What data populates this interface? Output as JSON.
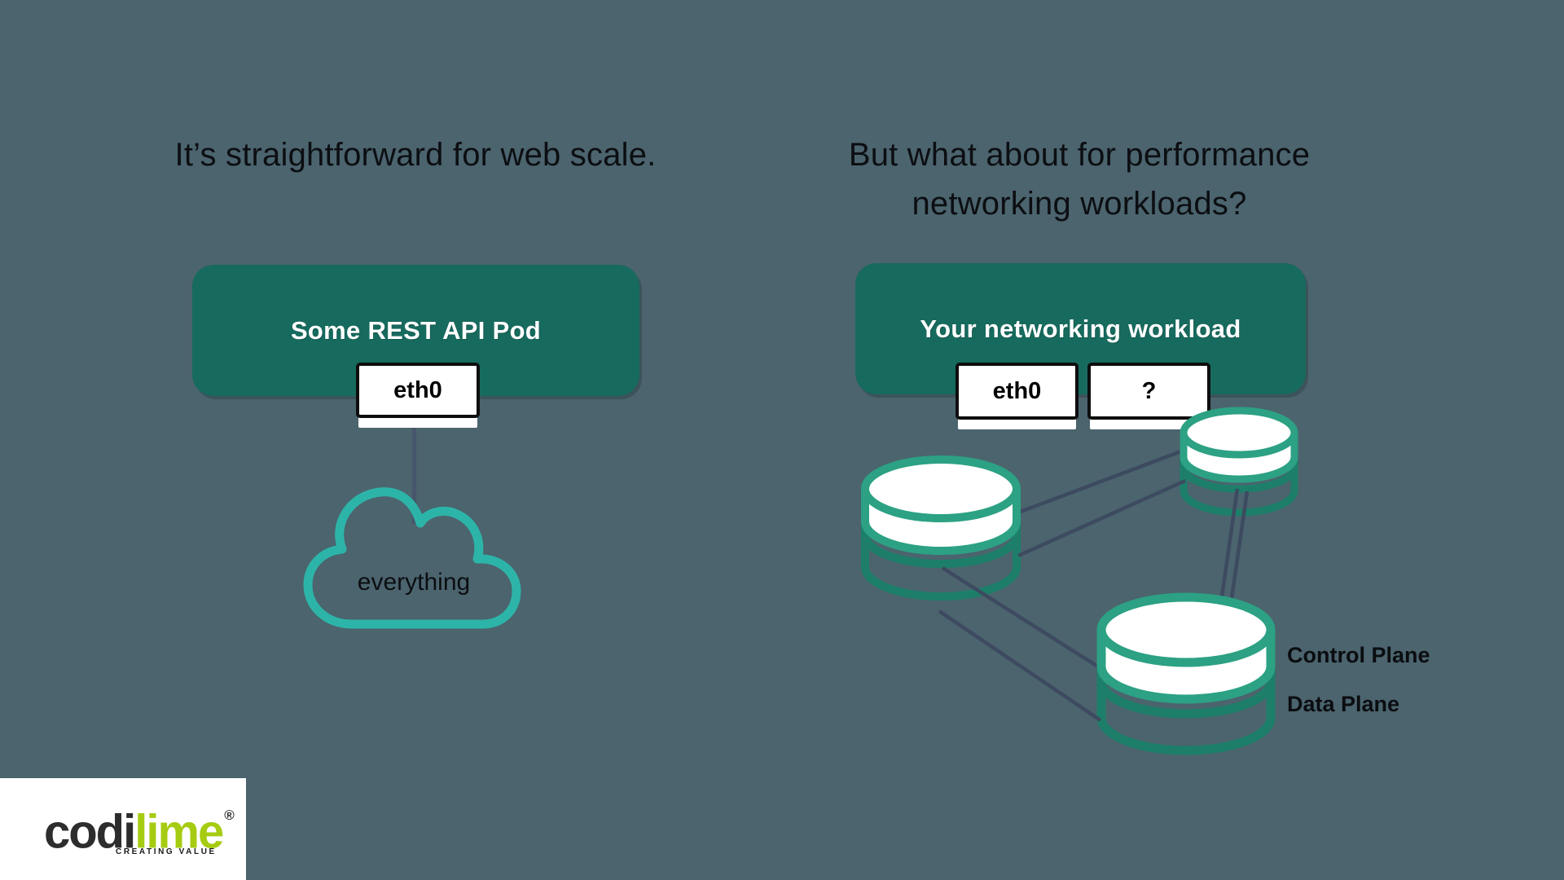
{
  "left_panel": {
    "title": "It’s straightforward for web scale.",
    "pod_label": "Some REST API Pod",
    "eth0_label": "eth0",
    "cloud_label": "everything"
  },
  "right_panel": {
    "title_line1": "But what about for performance",
    "title_line2": "networking workloads?",
    "pod_label": "Your networking workload",
    "eth0_label": "eth0",
    "unknown_if_label": "?",
    "control_plane_label": "Control Plane",
    "data_plane_label": "Data Plane"
  },
  "logo": {
    "name_part1": "codi",
    "name_part2": "lime",
    "registered_mark": "®",
    "tagline": "CREATING VALUE"
  },
  "colors": {
    "background": "#4b646e",
    "pod_box_teal": "#176a5e",
    "cloud_outline_teal": "#2db4a8",
    "cylinder_green": "#2ca183",
    "cylinder_ghost_green": "#1d7f6a",
    "connector_slate": "#3d4a60",
    "interface_box_border": "#0e0e0e",
    "logo_lime_green": "#a6cc12"
  }
}
